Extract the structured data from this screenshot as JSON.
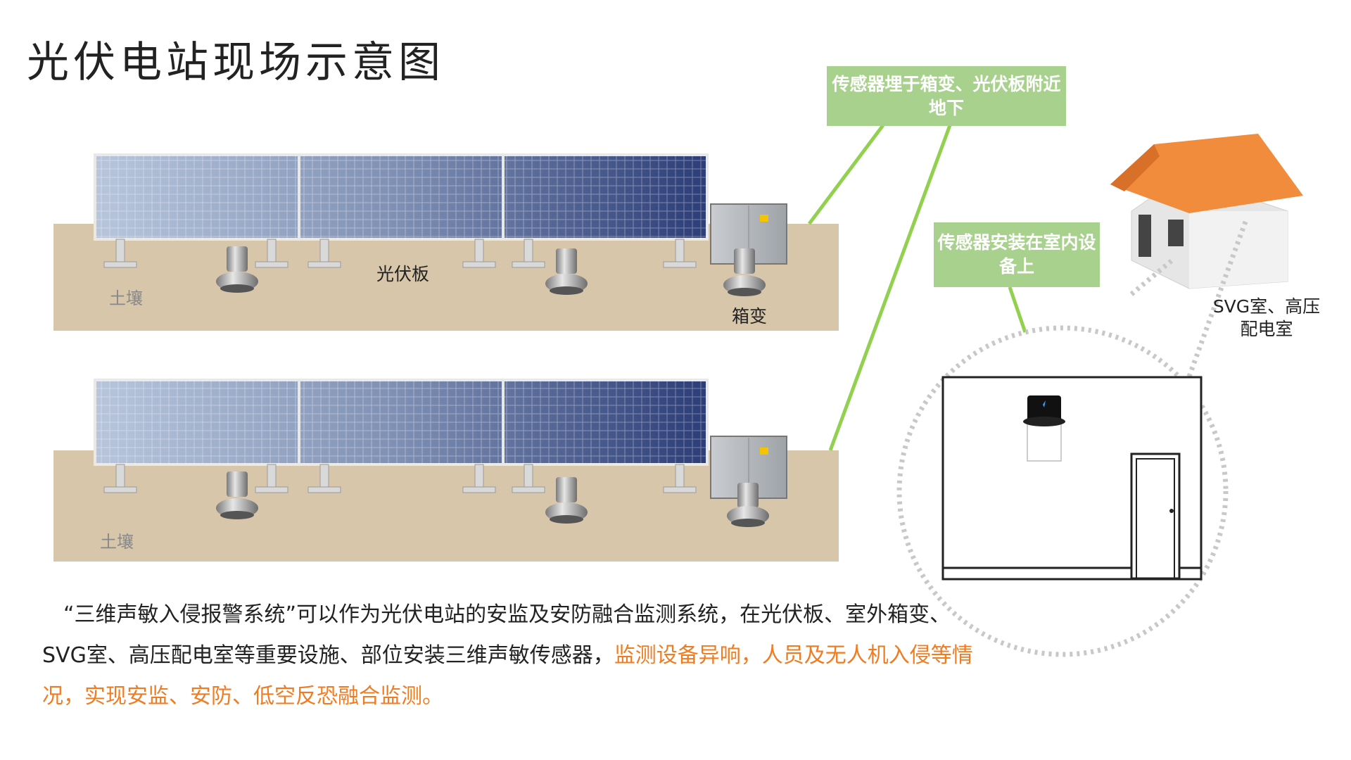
{
  "title": "光伏电站现场示意图",
  "callouts": {
    "underground": "传感器埋于箱变、光伏板附近地下",
    "indoor": "传感器安装在室内设备上"
  },
  "scene_labels": {
    "pv_panel": "光伏板",
    "box_transformer": "箱变",
    "soil": "土壤",
    "room": "SVG室、高压配电室"
  },
  "description": {
    "quote_open": "“",
    "system_name": "三维声敏入侵报警系统",
    "quote_close": "”",
    "text_plain": "可以作为光伏电站的安监及安防融合监测系统，在光伏板、室外箱变、SVG室、高压配电室等重要设施、部位安装三维声敏传感器，",
    "text_highlight": "监测设备异响，人员及无人机入侵等情况，实现安监、安防、低空反恐融合监测。"
  },
  "colors": {
    "callout_green": "#a9d18e",
    "line_green": "#92d050",
    "highlight_orange": "#f07c22",
    "roof_orange": "#f08c3c",
    "soil": "#d7c6aa"
  }
}
